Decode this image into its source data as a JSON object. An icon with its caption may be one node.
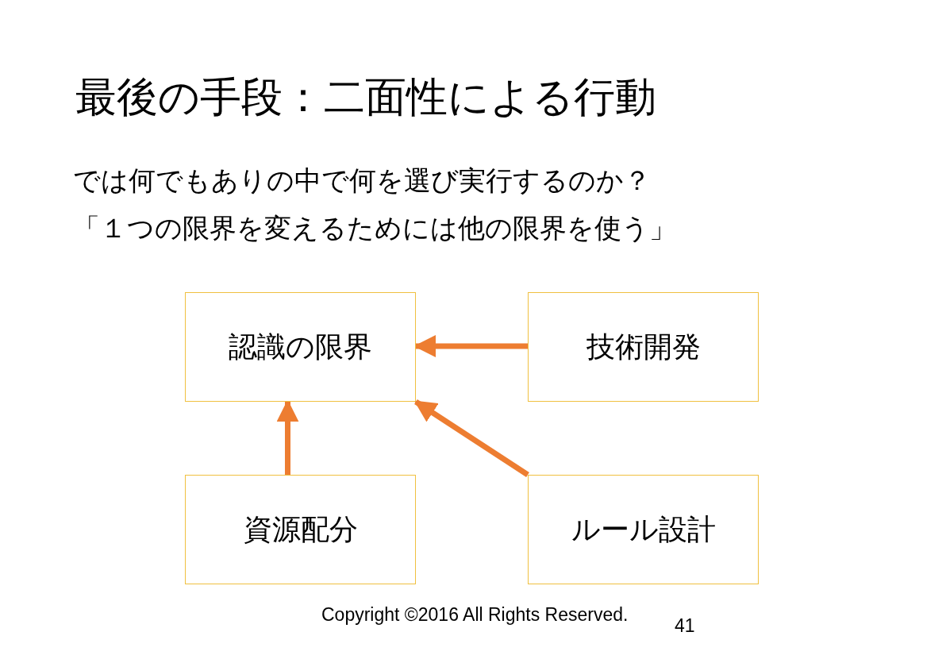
{
  "diagram": {
    "title": "最後の手段：二面性による行動",
    "nodes": [
      {
        "text": [
          "認識の限界"
        ]
      },
      {
        "text": [
          "技術開発"
        ]
      },
      {
        "text": [
          "資源配分"
        ]
      },
      {
        "text": [
          "ルール設計"
        ]
      }
    ],
    "edges": [
      {
        "from": 1,
        "to": 0,
        "arrow": "to"
      },
      {
        "from": 2,
        "to": 0,
        "arrow": "to"
      },
      {
        "from": 3,
        "to": 0,
        "arrow": "to"
      }
    ],
    "labels": [
      "では何でもありの中で何を選び実行するのか？",
      "「１つの限界を変えるためには他の限界を使う」",
      "Copyright ©2016 All Rights Reserved.",
      "41"
    ]
  }
}
